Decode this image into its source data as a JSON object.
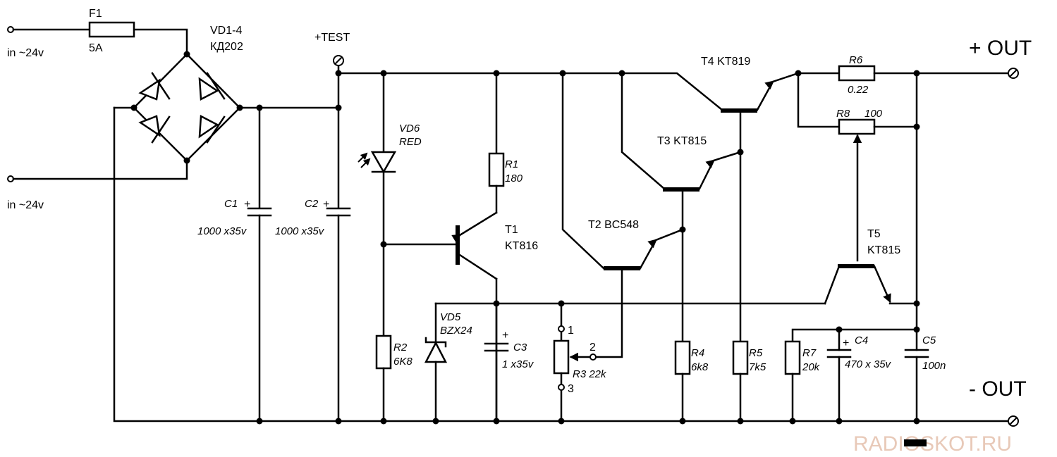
{
  "labels": {
    "fuse_ref": "F1",
    "fuse_val": "5A",
    "bridge_ref": "VD1-4",
    "bridge_val": "КД202",
    "input_top": "in ~24v",
    "input_bottom": "in ~24v",
    "test": "+TEST",
    "c1_ref": "C1",
    "c1_val": "1000 x35v",
    "c2_ref": "C2",
    "c2_val": "1000 x35v",
    "vd6_ref": "VD6",
    "vd6_val": "RED",
    "r1_ref": "R1",
    "r1_val": "180",
    "t1_ref": "T1",
    "t1_val": "KT816",
    "r2_ref": "R2",
    "r2_val": "6K8",
    "vd5_ref": "VD5",
    "vd5_val": "BZX24",
    "c3_ref": "C3",
    "c3_val": "1 x35v",
    "t2_label": "T2  BC548",
    "r3_pin1": "1",
    "r3_pin2": "2",
    "r3_pin3": "3",
    "r3_label": "R3 22k",
    "t3_label": "T3  KT815",
    "r4_ref": "R4",
    "r4_val": "6k8",
    "t4_label": "T4  KT819",
    "r5_ref": "R5",
    "r5_val": "7k5",
    "r6_ref": "R6",
    "r6_val": "0.22",
    "r8_ref": "R8",
    "r8_val": "100",
    "t5_ref": "T5",
    "t5_val": "KT815",
    "r7_ref": "R7",
    "r7_val": "20k",
    "c4_ref": "C4",
    "c4_val": "470 x 35v",
    "c5_ref": "C5",
    "c5_val": "100n",
    "plus_symbol": "+",
    "out_plus": "+ OUT",
    "out_minus": "- OUT",
    "watermark": "RADIOSKOT.RU"
  }
}
